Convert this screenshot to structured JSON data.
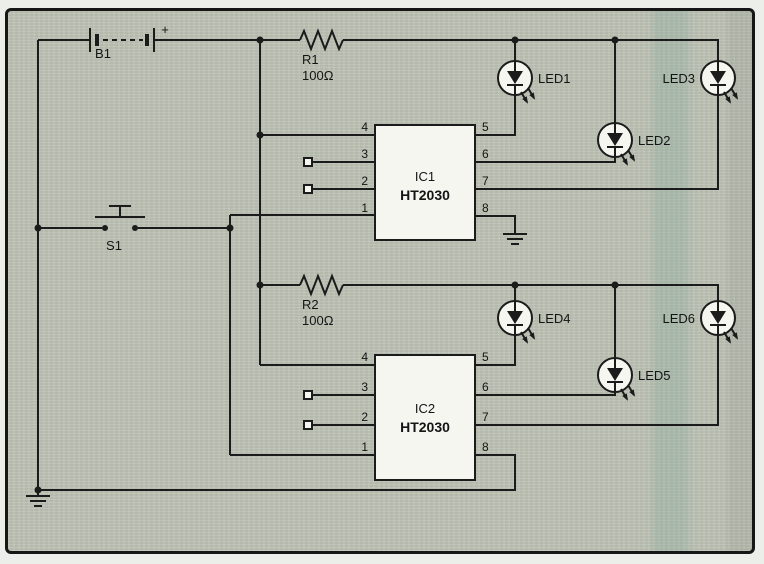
{
  "circuit": {
    "battery": {
      "label": "B1",
      "polarity_mark": "+"
    },
    "switch": {
      "label": "S1"
    },
    "resistors": [
      {
        "label": "R1",
        "value": "100Ω"
      },
      {
        "label": "R2",
        "value": "100Ω"
      }
    ],
    "ics": [
      {
        "label": "IC1",
        "part": "HT2030",
        "left_pins": [
          "4",
          "3",
          "2",
          "1"
        ],
        "right_pins": [
          "5",
          "6",
          "7",
          "8"
        ]
      },
      {
        "label": "IC2",
        "part": "HT2030",
        "left_pins": [
          "4",
          "3",
          "2",
          "1"
        ],
        "right_pins": [
          "5",
          "6",
          "7",
          "8"
        ]
      }
    ],
    "leds": [
      "LED1",
      "LED2",
      "LED3",
      "LED4",
      "LED5",
      "LED6"
    ],
    "colors": {
      "board": "#bec3b6",
      "wire": "#1b1b1b",
      "component_fill": "#f6f6f1",
      "scan_band": "#6ea292"
    }
  }
}
